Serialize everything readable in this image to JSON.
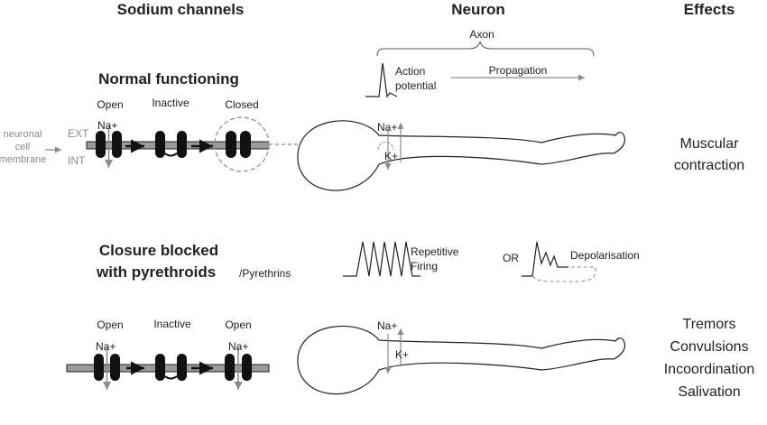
{
  "headers": {
    "sodium_channels": "Sodium channels",
    "neuron": "Neuron",
    "effects": "Effects"
  },
  "normal": {
    "title": "Normal functioning",
    "states": [
      "Open",
      "Inactive",
      "Closed"
    ],
    "ion_na": "Na+",
    "ion_k": "K+",
    "membrane": {
      "side_label": [
        "neuronal",
        "cell",
        "membrane"
      ],
      "ext": "EXT",
      "int": "INT"
    },
    "axon_label": "Axon",
    "action_potential": [
      "Action",
      "potential"
    ],
    "propagation": "Propagation",
    "effects": [
      "Muscular",
      "contraction"
    ]
  },
  "blocked": {
    "title_line1": "Closure blocked",
    "title_line2": "with pyrethroids",
    "title_suffix": "/Pyrethrins",
    "states": [
      "Open",
      "Inactive",
      "Open"
    ],
    "repetitive_firing": [
      "Repetitive",
      "Firing"
    ],
    "or": "OR",
    "depolarisation": "Depolarisation",
    "effects": [
      "Tremors",
      "Convulsions",
      "Incoordination",
      "Salivation"
    ]
  }
}
